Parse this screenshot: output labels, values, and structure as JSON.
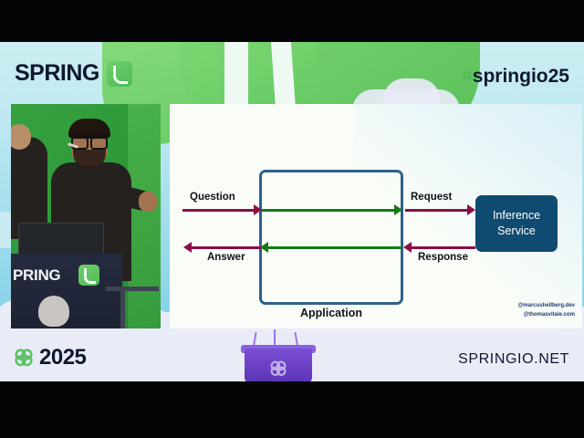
{
  "branding": {
    "logo_word": "SPRING",
    "logo_icon": "spring-leaf-icon",
    "hashtag_symbol": "#",
    "hashtag_text": "springio25",
    "year": "2025",
    "year_icon": "springio-flower-icon",
    "website": "SPRINGIO.NET",
    "accent_green": "#56b95a",
    "ink": "#10182e"
  },
  "video": {
    "name": "conference-stage-camera-feed",
    "podium_word": "PRING",
    "podium_icon": "spring-leaf-icon"
  },
  "slide": {
    "application": {
      "box_label": "Application",
      "border_color": "#2d6189"
    },
    "inference": {
      "line1": "Inference",
      "line2": "Service",
      "fill_color": "#0f4a70",
      "text_color": "#ffffff"
    },
    "flows": [
      {
        "label": "Question",
        "direction": "right",
        "color": "#8a0f46",
        "name": "question-arrow"
      },
      {
        "label": "Answer",
        "direction": "left",
        "color": "#8a0f46",
        "name": "answer-arrow"
      },
      {
        "label": "Request",
        "direction": "right",
        "color": "#8a0f46",
        "name": "request-arrow"
      },
      {
        "label": "Response",
        "direction": "left",
        "color": "#8a0f46",
        "name": "response-arrow"
      }
    ],
    "internal_flows": [
      {
        "direction": "right",
        "color": "#157a15",
        "name": "internal-forward-arrow"
      },
      {
        "direction": "left",
        "color": "#157a15",
        "name": "internal-return-arrow"
      }
    ],
    "credits": {
      "line1": "@marcushellberg.dev",
      "line2": "@thomasvitale.com"
    }
  }
}
